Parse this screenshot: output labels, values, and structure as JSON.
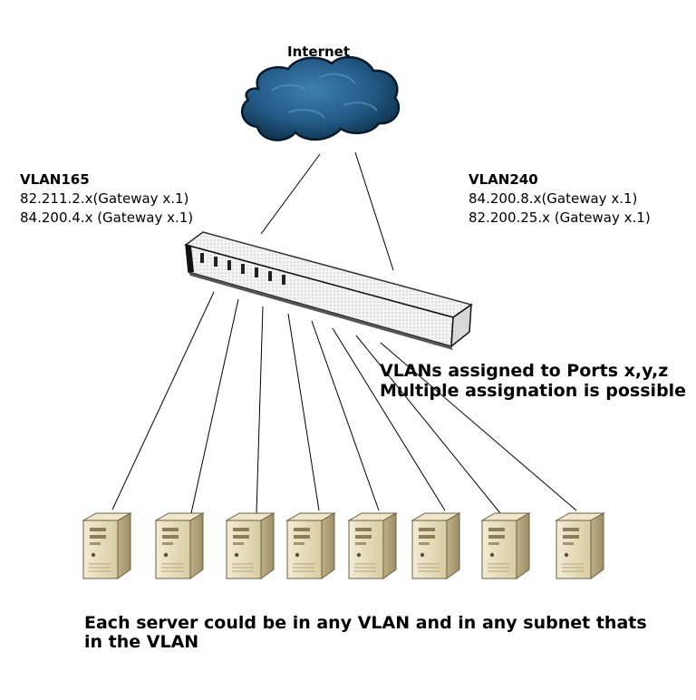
{
  "internet_label": "Internet",
  "vlan_left": {
    "name": "VLAN165",
    "subnets": [
      "82.211.2.x(Gateway x.1)",
      "84.200.4.x (Gateway x.1)"
    ]
  },
  "vlan_right": {
    "name": "VLAN240",
    "subnets": [
      "84.200.8.x(Gateway x.1)",
      "82.200.25.x (Gateway x.1)"
    ]
  },
  "switch_note": [
    "VLANs assigned to Ports x,y,z",
    "Multiple assignation is possible"
  ],
  "caption": [
    "Each server could be in any VLAN and in any subnet thats",
    "in the VLAN"
  ],
  "icons": {
    "cloud": "cloud-icon",
    "switch": "network-switch-icon",
    "server": "server-tower-icon"
  },
  "servers": [
    "server-1",
    "server-2",
    "server-3",
    "server-4",
    "server-5",
    "server-6",
    "server-7",
    "server-8"
  ],
  "colors": {
    "cloud": "#1f4e72",
    "server_body": "#e2d6b2",
    "switch_body": "#f2f2f2"
  }
}
